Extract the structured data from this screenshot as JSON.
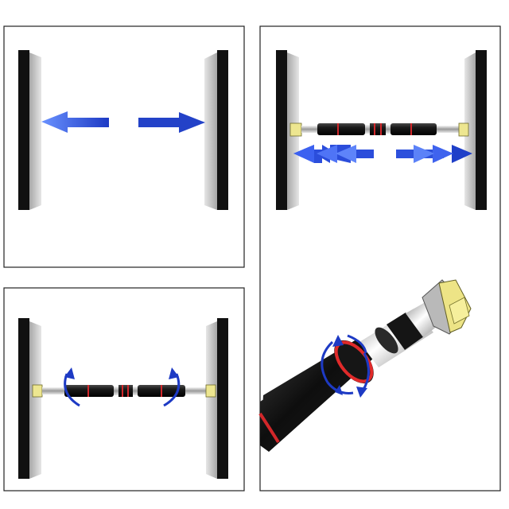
{
  "panels": [
    {
      "id": "step-1",
      "description_icon": "wall-gap-measure"
    },
    {
      "id": "step-2",
      "description_icon": "bar-extend-to-walls"
    },
    {
      "id": "step-3",
      "description_icon": "bar-rotate-to-lock"
    },
    {
      "id": "step-4",
      "description_icon": "end-cap-twist-closeup"
    }
  ],
  "colors": {
    "frame": "#1a1a1a",
    "wall_dark": "#111111",
    "wall_grey": "#b9b9b9",
    "wall_grey_light": "#e2e2e2",
    "arrow_blue": "#1f3fbf",
    "arrow_blue_light": "#5d86f5",
    "bar_black": "#1b1b1b",
    "bar_red": "#d2272a",
    "end_cap_yellow": "#f2ea7d",
    "chrome": "#c9c9c9"
  }
}
